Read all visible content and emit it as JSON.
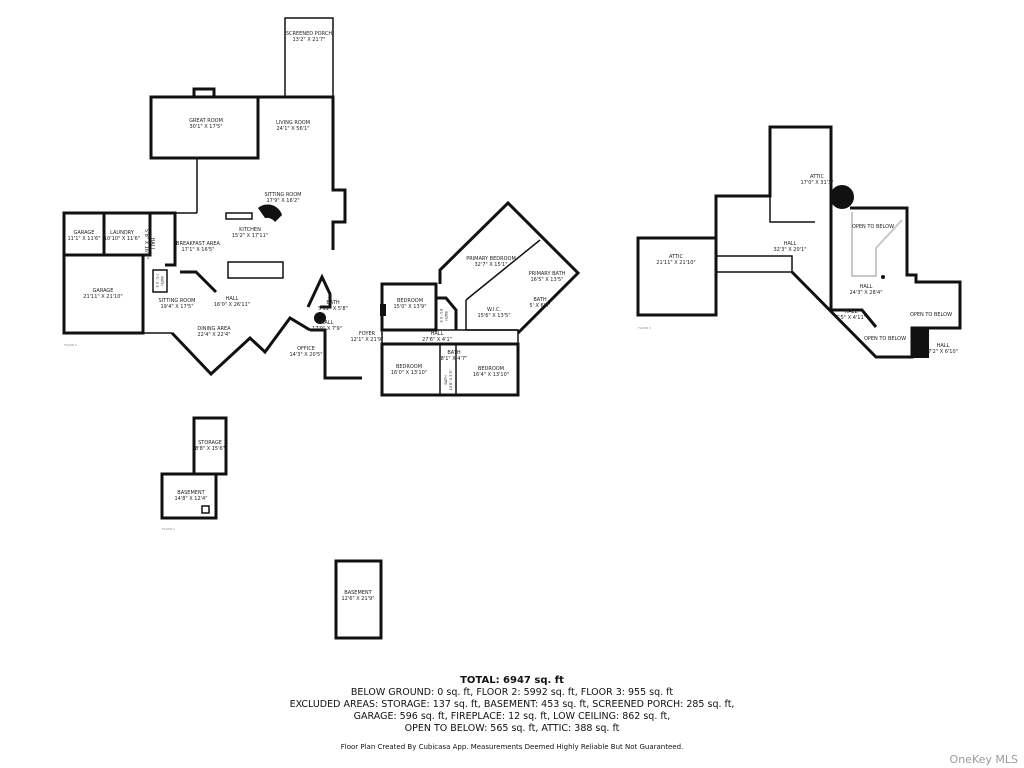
{
  "floor2": {
    "floor_label": "FLOOR 2",
    "rooms": [
      {
        "name": "SCREENED PORCH",
        "dims": "13'2\" X 21'7\""
      },
      {
        "name": "GREAT ROOM",
        "dims": "30'1\" X 17'5\""
      },
      {
        "name": "LIVING ROOM",
        "dims": "24'1\" X 56'1\""
      },
      {
        "name": "SITTING ROOM",
        "dims": "17'9\" X 16'2\""
      },
      {
        "name": "KITCHEN",
        "dims": "15'2\" X 17'11\""
      },
      {
        "name": "GARAGE",
        "dims": "11'1\" X 11'6\""
      },
      {
        "name": "LAUNDRY",
        "dims": "10'10\" X 11'6\""
      },
      {
        "name": "HALL",
        "dims": "5'8\" X 16'5\""
      },
      {
        "name": "BREAKFAST AREA",
        "dims": "17'1\" X 16'5\""
      },
      {
        "name": "GARAGE",
        "dims": "21'11\" X 21'10\""
      },
      {
        "name": "BATH",
        "dims": "7'1\" X 5'"
      },
      {
        "name": "SITTING ROOM",
        "dims": "19'4\" X 17'5\""
      },
      {
        "name": "HALL",
        "dims": "16'0\" X 26'11\""
      },
      {
        "name": "DINING AREA",
        "dims": "22'4\" X 22'4\""
      },
      {
        "name": "BATH",
        "dims": "5'11\" X 5'8\""
      },
      {
        "name": "HALL",
        "dims": "17'0\" X 7'9\""
      },
      {
        "name": "OFFICE",
        "dims": "14'3\" X 20'5\""
      },
      {
        "name": "FOYER",
        "dims": "12'1\" X 21'9\""
      },
      {
        "name": "BEDROOM",
        "dims": "15'0\" X 13'9\""
      },
      {
        "name": "BATH",
        "dims": "8'1\" X 5'"
      },
      {
        "name": "HALL",
        "dims": "27'6\" X 4'1\""
      },
      {
        "name": "PRIMARY BEDROOM",
        "dims": "32'7\" X 15'1\""
      },
      {
        "name": "PRIMARY BATH",
        "dims": "16'5\" X 13'5\""
      },
      {
        "name": "BATH",
        "dims": "5' X 6'4\""
      },
      {
        "name": "W.I.C.",
        "dims": "15'6\" X 13'5\""
      },
      {
        "name": "BATH",
        "dims": "8'1\" X 4'7\""
      },
      {
        "name": "BEDROOM",
        "dims": "16'0\" X 13'10\""
      },
      {
        "name": "BATH",
        "dims": "10'8\" X 5'5\""
      },
      {
        "name": "BEDROOM",
        "dims": "16'4\" X 13'10\""
      }
    ]
  },
  "floor3": {
    "floor_label": "FLOOR 3",
    "rooms": [
      {
        "name": "ATTIC",
        "dims": "17'0\" X 31'3\""
      },
      {
        "name": "ATTIC",
        "dims": "21'11\" X 21'10\""
      },
      {
        "name": "HALL",
        "dims": "32'3\" X 20'1\""
      },
      {
        "name": "OPEN TO BELOW",
        "dims": ""
      },
      {
        "name": "HALL",
        "dims": "24'3\" X 28'4\""
      },
      {
        "name": "HALL",
        "dims": "5'5\" X 4'11\""
      },
      {
        "name": "OPEN TO BELOW",
        "dims": ""
      },
      {
        "name": "OPEN TO BELOW",
        "dims": ""
      },
      {
        "name": "HALL",
        "dims": "7'2\" X 6'10\""
      }
    ]
  },
  "floor1": {
    "floor_label": "FLOOR 1",
    "rooms": [
      {
        "name": "STORAGE",
        "dims": "8'8\" X 15'6\""
      },
      {
        "name": "BASEMENT",
        "dims": "14'8\" X 12'4\""
      },
      {
        "name": "BASEMENT",
        "dims": "12'6\" X 21'9\""
      }
    ]
  },
  "summary": {
    "total": "TOTAL: 6947 sq. ft",
    "line1": "BELOW GROUND: 0 sq. ft, FLOOR 2: 5992 sq. ft, FLOOR 3: 955 sq. ft",
    "line2": "EXCLUDED AREAS: STORAGE: 137 sq. ft, BASEMENT: 453 sq. ft, SCREENED PORCH: 285 sq. ft,",
    "line3": "GARAGE: 596 sq. ft, FIREPLACE: 12 sq. ft, LOW CEILING: 862 sq. ft,",
    "line4": "OPEN TO BELOW: 565 sq. ft, ATTIC: 388 sq. ft",
    "disclaimer": "Floor Plan Created By Cubicasa App. Measurements Deemed Highly Reliable But Not Guaranteed."
  },
  "watermark": "OneKey MLS"
}
